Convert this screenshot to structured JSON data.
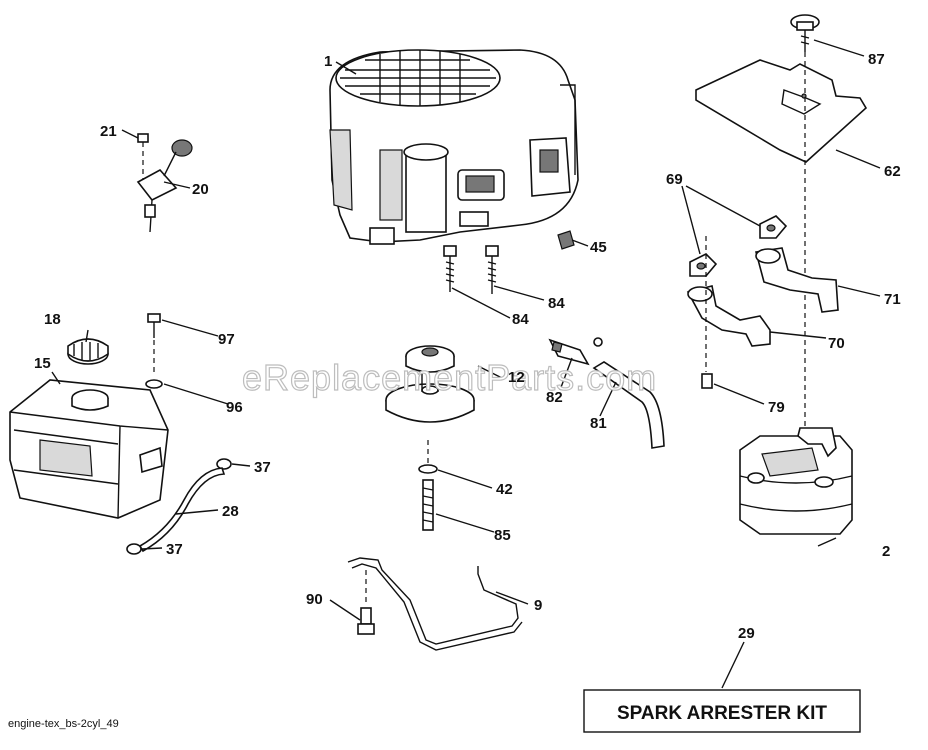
{
  "diagram": {
    "reference": "engine-tex_bs-2cyl_49",
    "watermark": "eReplacementParts.com",
    "kit_label": "SPARK ARRESTER KIT",
    "callouts": {
      "engine": "1",
      "muffler": "2",
      "belt_guide": "9",
      "pulley": "12",
      "fuel_tank": "15",
      "fuel_cap": "18",
      "fuel_valve": "20",
      "screw_21": "21",
      "fuel_line": "28",
      "spark_arrester": "29",
      "clamp_top": "37",
      "clamp_bottom": "37",
      "washer_42": "42",
      "fitting_45": "45",
      "heat_shield": "62",
      "gaskets": "69",
      "exhaust_pipe_left": "70",
      "exhaust_pipe_right": "71",
      "screw_79": "79",
      "drain_hose": "81",
      "drain_valve": "82",
      "bolt_84_left": "84",
      "bolt_84_right": "84",
      "bolt_85": "85",
      "bolt_87": "87",
      "bolt_90": "90",
      "screw_96": "96",
      "screw_97": "97"
    }
  }
}
